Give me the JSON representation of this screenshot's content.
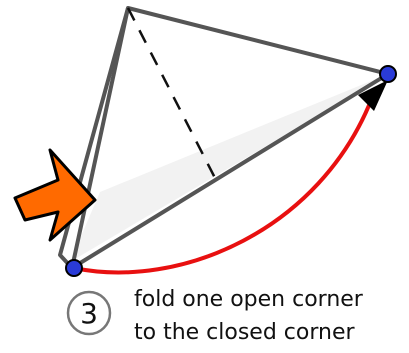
{
  "step": {
    "number": "3",
    "instruction_line1": "fold one open corner",
    "instruction_line2": "to the closed corner"
  },
  "colors": {
    "paper_edge": "#555555",
    "fold_line": "#111111",
    "arrow_red": "#e81010",
    "arrow_head": "#000000",
    "point_blue": "#2a3bd8",
    "pointer_orange": "#ff6a00",
    "pointer_outline": "#000000"
  },
  "icons": {
    "pointer": "orange-pointer-arrow-icon",
    "step_badge": "circled-number-icon"
  }
}
